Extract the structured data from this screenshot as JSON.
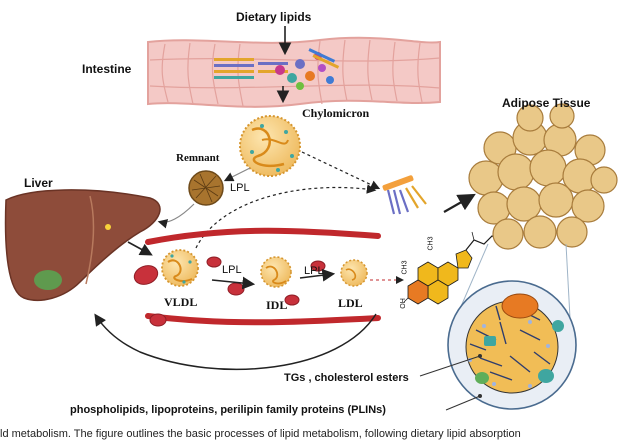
{
  "labels": {
    "dietary_lipids": "Dietary lipids",
    "intestine": "Intestine",
    "chylomicron": "Chylomicron",
    "adipose_tissue": "Adipose Tissue",
    "remnant": "Remnant",
    "liver": "Liver",
    "lpl_remnant": "LPL",
    "lpl_1": "LPL",
    "lpl_2": "LPL",
    "vldl": "VLDL",
    "idl": "IDL",
    "ldl": "LDL",
    "ch3_top": "CH3",
    "ch3_left": "CH3",
    "oh": "OH",
    "tgs": "TGs , cholesterol esters",
    "phospholipids": "phospholipids, lipoproteins,  perilipin family proteins (PLINs)"
  },
  "caption": "ld metabolism. The figure outlines the basic processes of lipid metabolism, following dietary lipid absorption",
  "colors": {
    "intestine_fill": "#f4c9c6",
    "intestine_stroke": "#e3a29d",
    "vessel": "#c0282c",
    "liver": "#8e4c3a",
    "gallbladder": "#5f9a4e",
    "lipoprotein_fill": "#f3c77a",
    "lipoprotein_stroke": "#d6962f",
    "adipocyte": "#e9c888",
    "rbc": "#c8313b",
    "lipid_drop": "#e77a23",
    "cholesterol": "#f0b81c"
  }
}
